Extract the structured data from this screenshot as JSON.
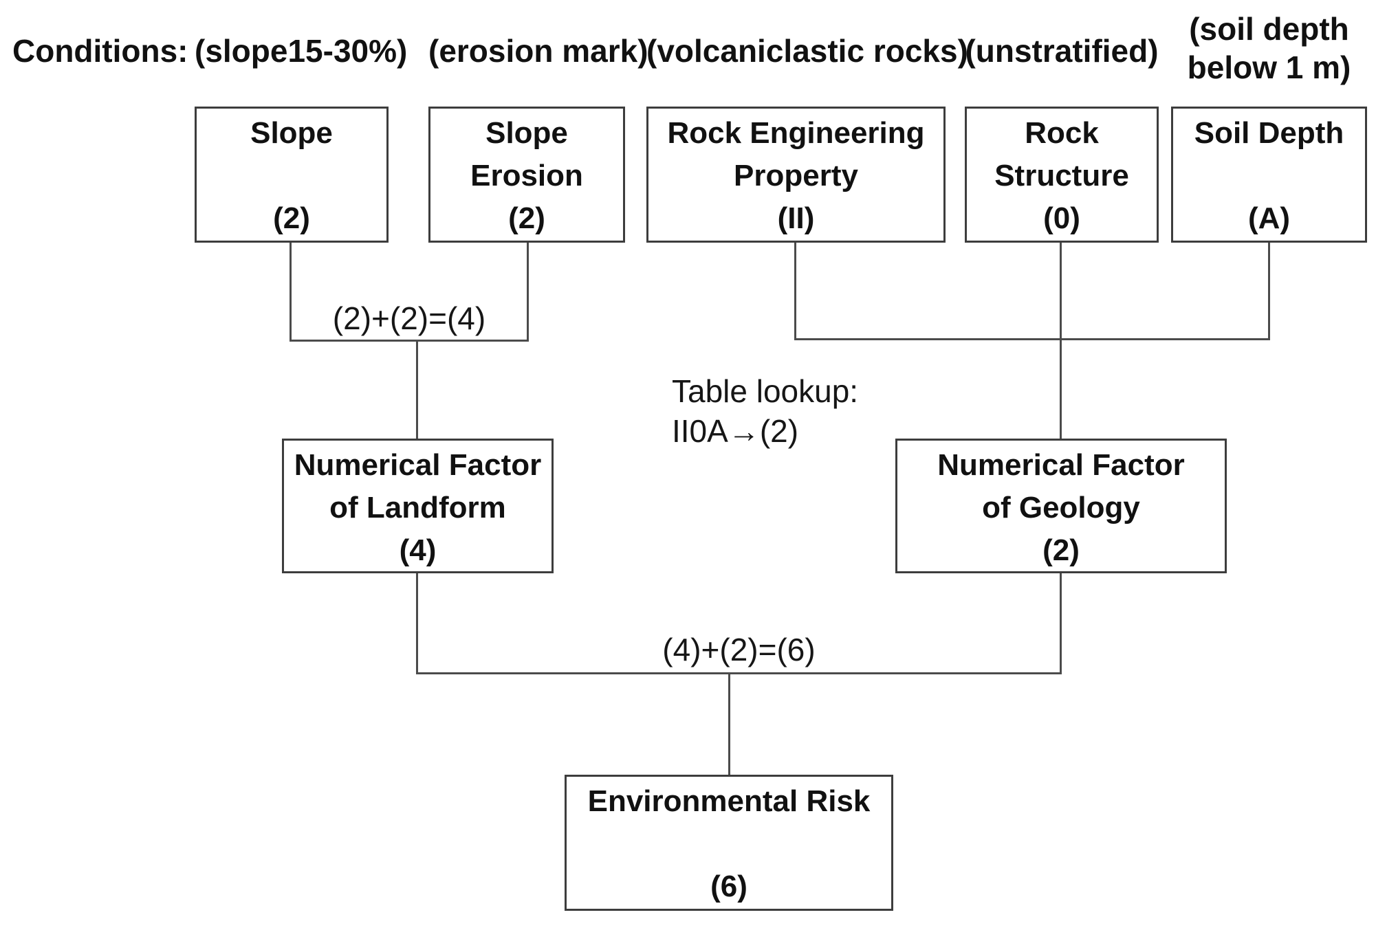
{
  "canvas": {
    "background": "#ffffff",
    "border_color": "#3d3d3d",
    "wire_color": "#4b4b4b",
    "text_color": "#111111"
  },
  "conditions_row": {
    "prefix": "Conditions:",
    "labels": [
      {
        "text": "(slope15-30%)"
      },
      {
        "text": "(erosion mark)"
      },
      {
        "text": "(volcaniclastic rocks)"
      },
      {
        "text": "(unstratified)"
      },
      {
        "line1": "(soil depth",
        "line2": "below 1 m)"
      }
    ]
  },
  "input_boxes": [
    {
      "title_line1": "Slope",
      "title_line2": "",
      "value": "(2)"
    },
    {
      "title_line1": "Slope",
      "title_line2": "Erosion",
      "value": "(2)"
    },
    {
      "title_line1": "Rock Engineering",
      "title_line2": "Property",
      "value": "(II)"
    },
    {
      "title_line1": "Rock",
      "title_line2": "Structure",
      "value": "(0)"
    },
    {
      "title_line1": "Soil Depth",
      "title_line2": "",
      "value": "(A)"
    }
  ],
  "operations": {
    "landform_sum": "(2)+(2)=(4)",
    "table_lookup_line1": "Table lookup:",
    "table_lookup_line2": "II0A→(2)",
    "final_sum": "(4)+(2)=(6)"
  },
  "factor_boxes": [
    {
      "title_line1": "Numerical Factor",
      "title_line2": "of Landform",
      "value": "(4)"
    },
    {
      "title_line1": "Numerical Factor",
      "title_line2": "of Geology",
      "value": "(2)"
    }
  ],
  "output_box": {
    "title": "Environmental Risk",
    "value": "(6)"
  }
}
